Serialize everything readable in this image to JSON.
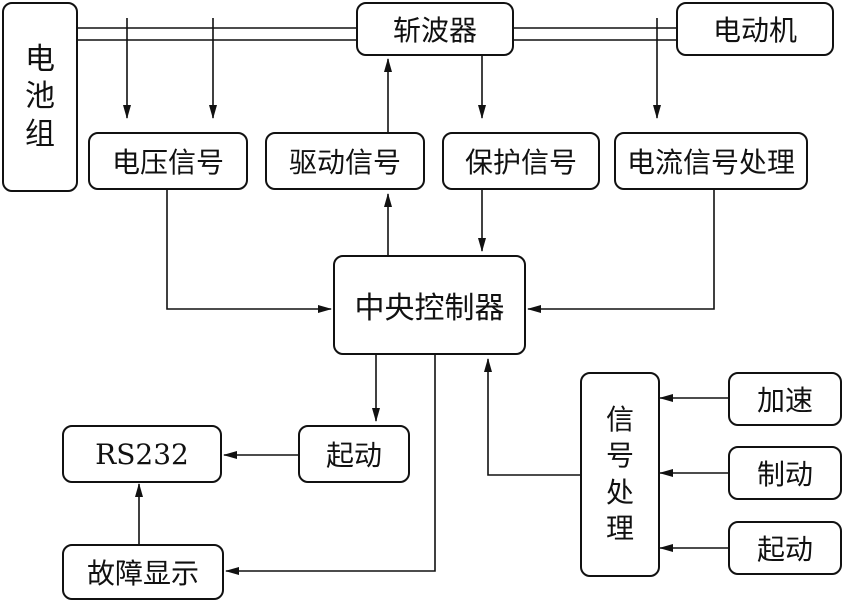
{
  "blocks": {
    "battery": [
      "电",
      "池",
      "组"
    ],
    "chopper": "斩波器",
    "motor": "电动机",
    "voltage_signal": "电压信号",
    "drive_signal": "驱动信号",
    "protection_signal": "保护信号",
    "current_processing": "电流信号处理",
    "central_controller": "中央控制器",
    "start_output": "起动",
    "rs232": "RS232",
    "fault_display": "故障显示",
    "signal_processing": [
      "信",
      "号",
      "处",
      "理"
    ],
    "accelerate": "加速",
    "brake": "制动",
    "start_input": "起动"
  }
}
